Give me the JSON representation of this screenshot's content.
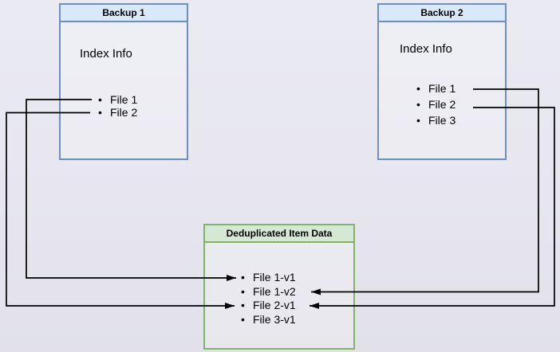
{
  "diagram": {
    "backup1": {
      "title": "Backup 1",
      "heading": "Index Info",
      "files": [
        "File 1",
        "File 2"
      ]
    },
    "backup2": {
      "title": "Backup 2",
      "heading": "Index Info",
      "files": [
        "File 1",
        "File 2",
        "File 3"
      ]
    },
    "dedup": {
      "title": "Deduplicated Item Data",
      "items": [
        "File 1-v1",
        "File 1-v2",
        "File 2-v1",
        "File 3-v1"
      ]
    },
    "connections": [
      {
        "from": "Backup 1 / File 1",
        "to": "File 1-v1"
      },
      {
        "from": "Backup 1 / File 2",
        "to": "File 2-v1"
      },
      {
        "from": "Backup 2 / File 1",
        "to": "File 1-v2"
      },
      {
        "from": "Backup 2 / File 2",
        "to": "File 2-v1"
      }
    ],
    "colors": {
      "backup-fill": "#dae8fc",
      "backup-stroke": "#6f8dbf",
      "dedup-fill": "#d5e8d4",
      "dedup-stroke": "#82b366",
      "connector": "#000000",
      "canvas": "#e7e6ef"
    }
  }
}
